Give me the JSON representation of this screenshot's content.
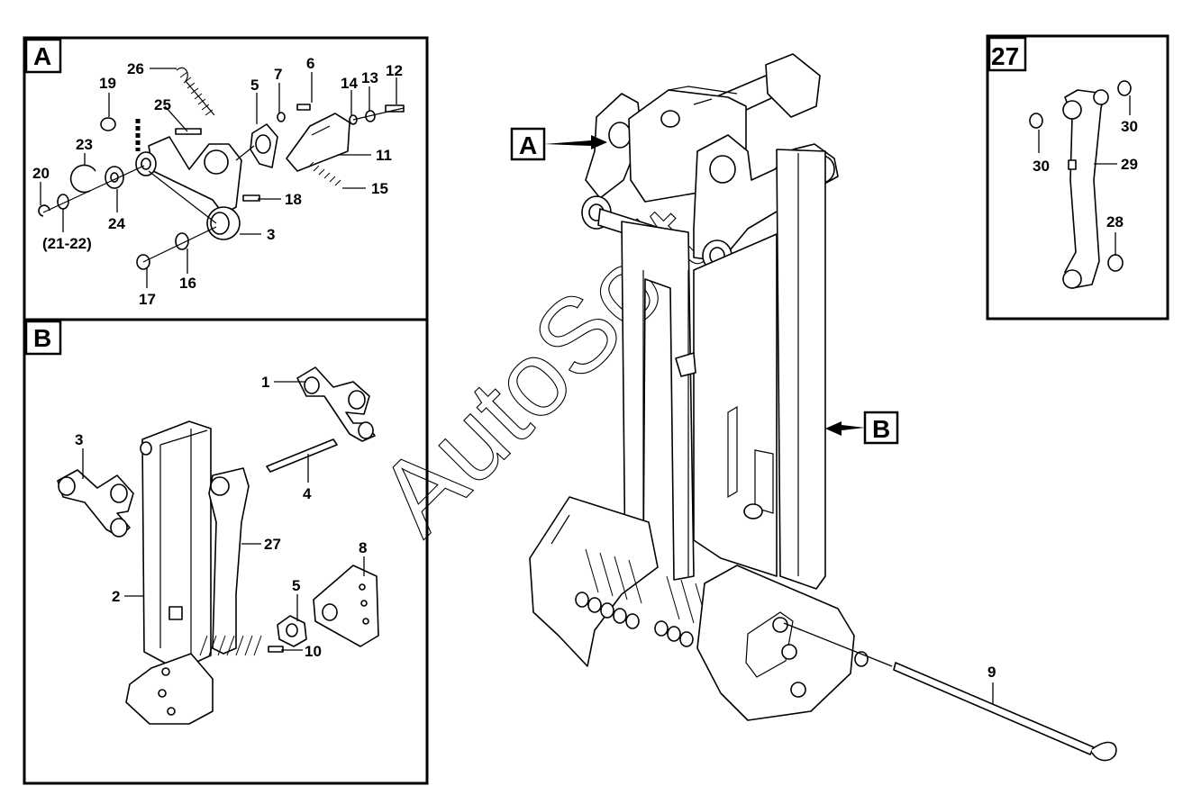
{
  "watermark": "AutoSoft",
  "panels": {
    "A": {
      "label": "A"
    },
    "B": {
      "label": "B"
    },
    "detail27": {
      "label": "27"
    }
  },
  "main_view": {
    "tag_a": "A",
    "tag_b": "B"
  },
  "callouts": {
    "a_26": "26",
    "a_19": "19",
    "a_25": "25",
    "a_5": "5",
    "a_7": "7",
    "a_6": "6",
    "a_14": "14",
    "a_13": "13",
    "a_12": "12",
    "a_23": "23",
    "a_11": "11",
    "a_20": "20",
    "a_24": "24",
    "a_15": "15",
    "a_18": "18",
    "a_21_22": "(21-22)",
    "a_3": "3",
    "a_16": "16",
    "a_17": "17",
    "b_1": "1",
    "b_3": "3",
    "b_4": "4",
    "b_27": "27",
    "b_8": "8",
    "b_2": "2",
    "b_5": "5",
    "b_10": "10",
    "d_30a": "30",
    "d_30b": "30",
    "d_29": "29",
    "d_28": "28",
    "m_9": "9"
  },
  "colors": {
    "line": "#000000",
    "background": "#ffffff"
  }
}
